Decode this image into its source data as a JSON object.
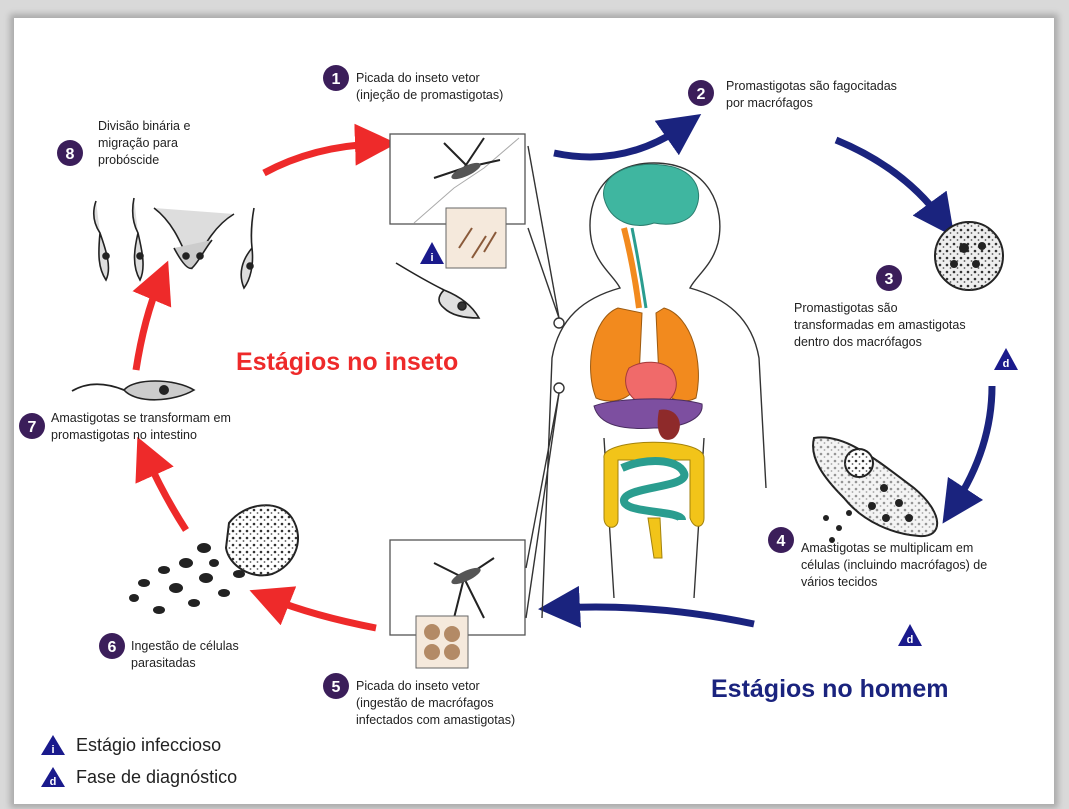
{
  "steps": [
    {
      "number": "1",
      "text": "Picada do inseto vetor\n(injeção de promastigotas)"
    },
    {
      "number": "2",
      "text": "Promastigotas são fagocitadas\npor macrófagos"
    },
    {
      "number": "3",
      "text": "Promastigotas são\ntransformadas em amastigotas\ndentro dos macrófagos"
    },
    {
      "number": "4",
      "text": "Amastigotas se multiplicam em\ncélulas (incluindo macrófagos) de\nvários tecidos"
    },
    {
      "number": "5",
      "text": "Picada do inseto vetor\n(ingestão de macrófagos\ninfectados com amastigotas)"
    },
    {
      "number": "6",
      "text": "Ingestão de células\nparasitadas"
    },
    {
      "number": "7",
      "text": "Amastigotas se transformam em\npromastigotas no intestino"
    },
    {
      "number": "8",
      "text": "Divisão binária e\nmigração para\nprobóscide"
    }
  ],
  "titles": {
    "insect": "Estágios no inseto",
    "human": "Estágios no homem"
  },
  "badges": {
    "infective": "i",
    "diagnostic": "d"
  },
  "legend": {
    "infective": "Estágio infeccioso",
    "diagnostic": "Fase de diagnóstico"
  },
  "colors": {
    "insect_stage": "#ee2a2a",
    "human_stage": "#1a237e",
    "step_number_circle": "#3b1e5a",
    "badge": "#1a1a8c",
    "brain": "#3fb6a0",
    "lungs": "#f28a1e",
    "heart": "#f06a6a",
    "liver": "#7d4fa0",
    "intestine_large": "#f2c419",
    "intestine_small": "#2a9d8f"
  }
}
